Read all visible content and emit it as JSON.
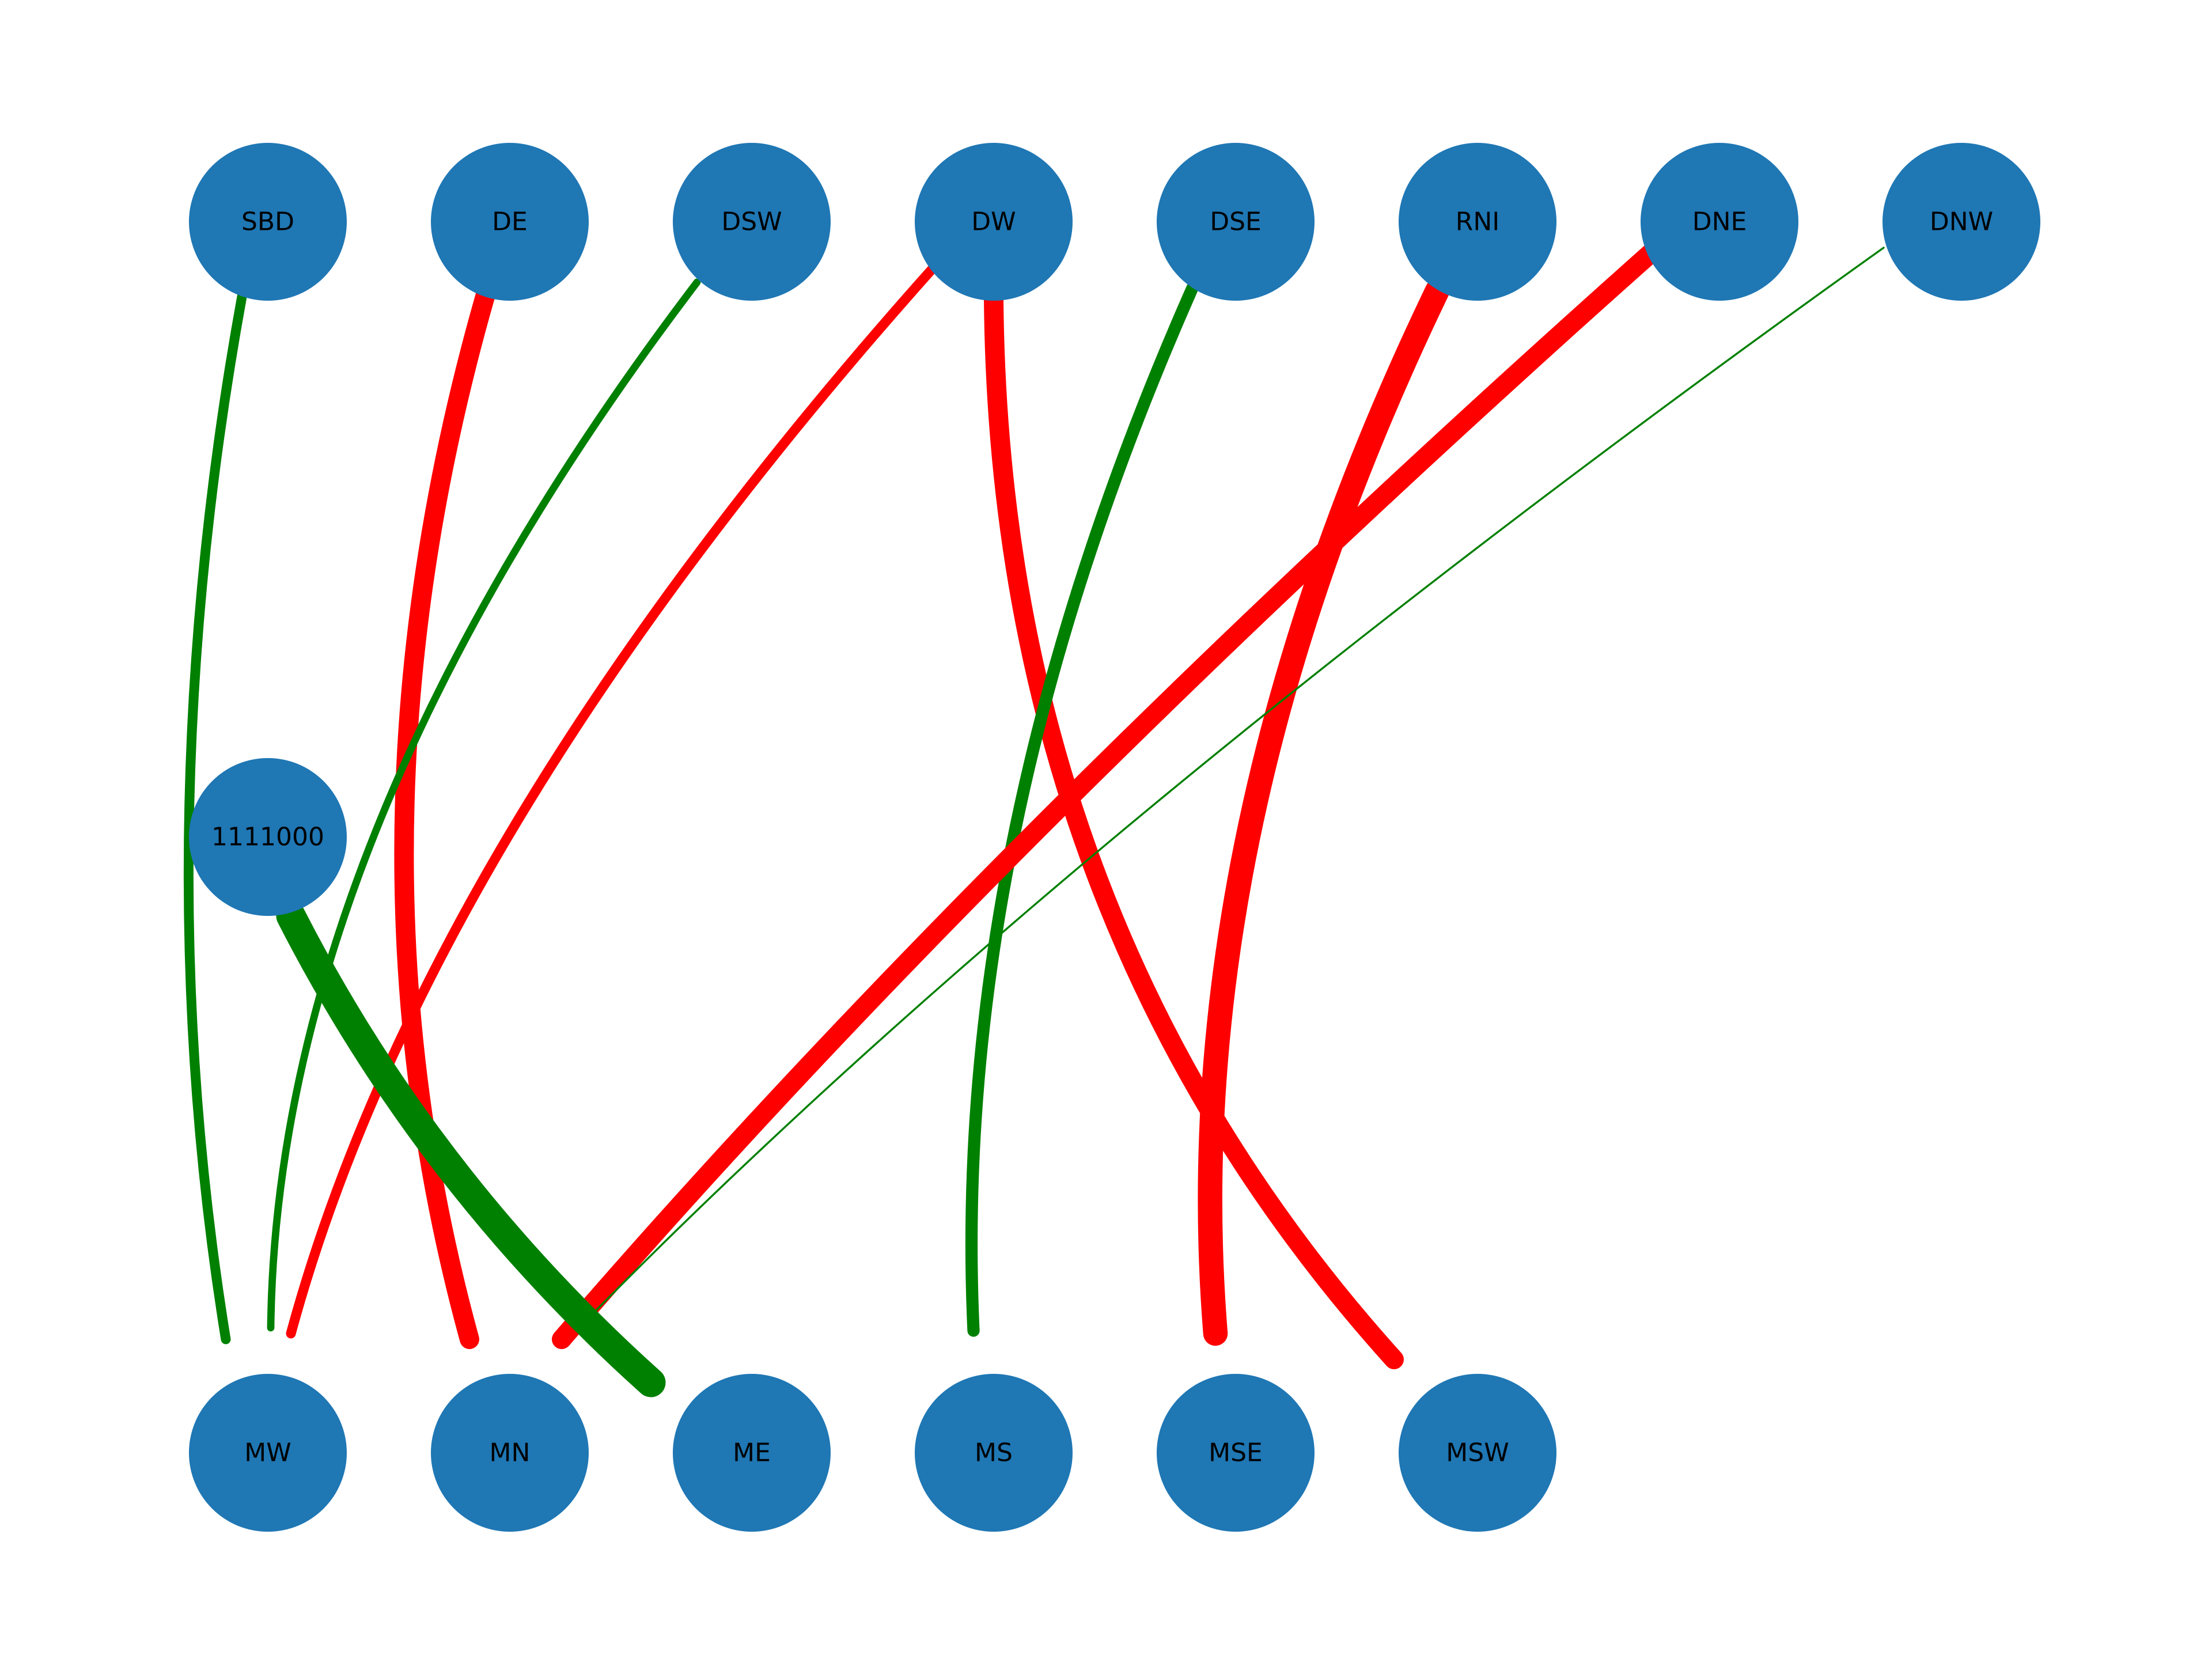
{
  "colors": {
    "node": "#1f77b4",
    "positive_edge": "#008000",
    "negative_edge": "#ff0000",
    "label": "#000000"
  },
  "nodes": {
    "SBD": "SBD",
    "DE": "DE",
    "DSW": "DSW",
    "DW": "DW",
    "DSE": "DSE",
    "RNI": "RNI",
    "DNE": "DNE",
    "DNW": "DNW",
    "1111000": "1111000",
    "MW": "MW",
    "MN": "MN",
    "ME": "ME",
    "MS": "MS",
    "MSE": "MSE",
    "MSW": "MSW"
  },
  "edges": [
    {
      "source": "SBD",
      "target": "MW",
      "sign": "positive",
      "weight": 2
    },
    {
      "source": "DE",
      "target": "MN",
      "sign": "negative",
      "weight": 4
    },
    {
      "source": "DSW",
      "target": "MW",
      "sign": "positive",
      "weight": 1.5
    },
    {
      "source": "DW",
      "target": "MW",
      "sign": "negative",
      "weight": 2
    },
    {
      "source": "DW",
      "target": "MSW",
      "sign": "negative",
      "weight": 4
    },
    {
      "source": "DSE",
      "target": "MS",
      "sign": "positive",
      "weight": 2.5
    },
    {
      "source": "RNI",
      "target": "MSE",
      "sign": "negative",
      "weight": 5
    },
    {
      "source": "DNE",
      "target": "MN",
      "sign": "negative",
      "weight": 4
    },
    {
      "source": "DNW",
      "target": "MN",
      "sign": "positive",
      "weight": 0.4
    },
    {
      "source": "1111000",
      "target": "ME",
      "sign": "positive",
      "weight": 6
    }
  ]
}
